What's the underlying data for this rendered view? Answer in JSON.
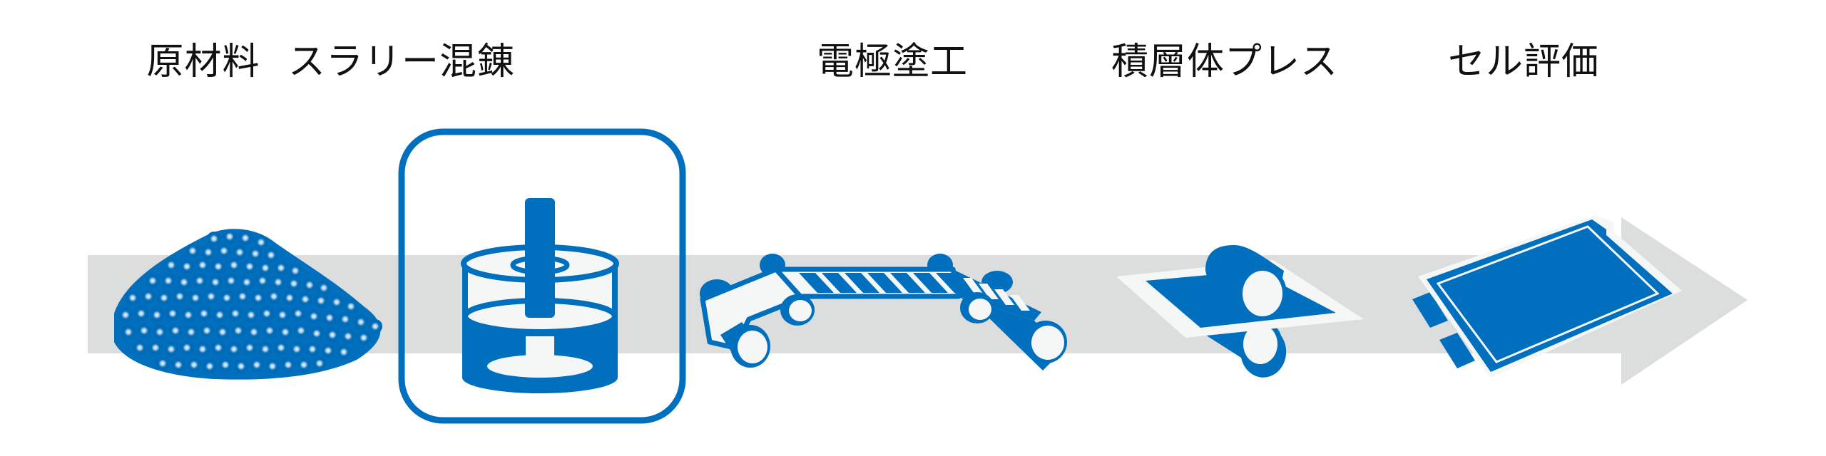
{
  "diagram": {
    "title": "",
    "stages": [
      {
        "label": "原材料",
        "icon": "particle-pile-icon",
        "highlighted": false
      },
      {
        "label": "スラリー混錬",
        "icon": "mixer-tank-icon",
        "highlighted": true
      },
      {
        "label": "電極塗工",
        "icon": "conveyor-coater-icon",
        "highlighted": false
      },
      {
        "label": "積層体プレス",
        "icon": "roll-press-icon",
        "highlighted": false
      },
      {
        "label": "セル評価",
        "icon": "pouch-cell-icon",
        "highlighted": false
      }
    ],
    "flow_direction": "left-to-right",
    "colors": {
      "accent": "#0070BE",
      "flow_arrow": "#DCDDDD",
      "icon_fill_light": "#F5F7F7",
      "text": "#111111"
    }
  }
}
